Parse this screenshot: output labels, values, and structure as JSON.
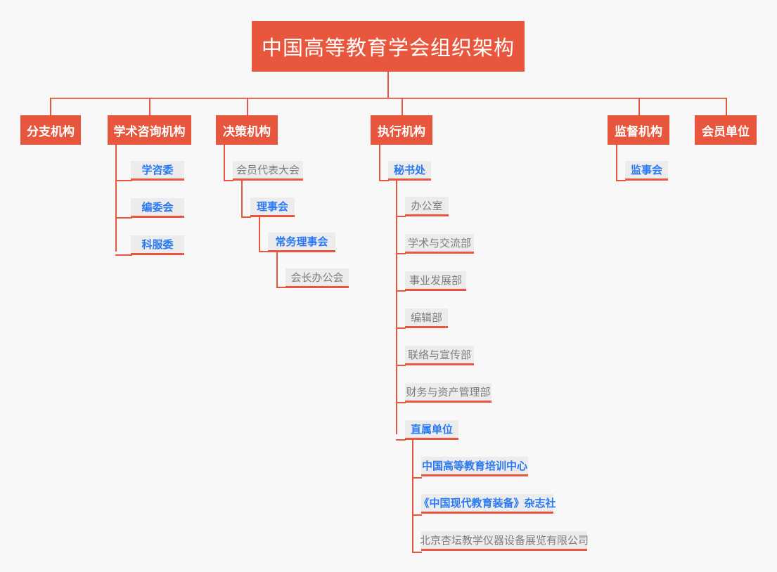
{
  "title": "中国高等教育学会组织架构",
  "colors": {
    "accent": "#e8573d",
    "leaf_bg": "#ececec",
    "leaf_blue_text": "#2979f2",
    "leaf_gray_text": "#7d7d7d",
    "root_text": "#ffffff",
    "page_bg": "#f8f8f8"
  },
  "root": {
    "label": "中国高等教育学会组织架构"
  },
  "branches": [
    {
      "key": "fenzhi",
      "label": "分支机构",
      "children": []
    },
    {
      "key": "xueshu-zixun",
      "label": "学术咨询机构",
      "children": [
        {
          "label": "学咨委",
          "style": "blue"
        },
        {
          "label": "编委会",
          "style": "blue"
        },
        {
          "label": "科服委",
          "style": "blue"
        }
      ]
    },
    {
      "key": "juece",
      "label": "决策机构",
      "children": [
        {
          "label": "会员代表大会",
          "style": "gray"
        },
        {
          "label": "理事会",
          "style": "blue"
        },
        {
          "label": "常务理事会",
          "style": "blue"
        },
        {
          "label": "会长办公会",
          "style": "gray"
        }
      ]
    },
    {
      "key": "zhixing",
      "label": "执行机构",
      "children": [
        {
          "label": "秘书处",
          "style": "blue"
        },
        {
          "label": "办公室",
          "style": "gray"
        },
        {
          "label": "学术与交流部",
          "style": "gray"
        },
        {
          "label": "事业发展部",
          "style": "gray"
        },
        {
          "label": "编辑部",
          "style": "gray"
        },
        {
          "label": "联络与宣传部",
          "style": "gray"
        },
        {
          "label": "财务与资产管理部",
          "style": "gray"
        },
        {
          "label": "直属单位",
          "style": "blue"
        },
        {
          "label": "中国高等教育培训中心",
          "style": "blue"
        },
        {
          "label": "《中国现代教育装备》杂志社",
          "style": "blue"
        },
        {
          "label": "北京杏坛教学仪器设备展览有限公司",
          "style": "gray"
        }
      ]
    },
    {
      "key": "jiandu",
      "label": "监督机构",
      "children": [
        {
          "label": "监事会",
          "style": "blue"
        }
      ]
    },
    {
      "key": "huiyuan",
      "label": "会员单位",
      "children": []
    }
  ],
  "nodes": {
    "root": "中国高等教育学会组织架构",
    "l2_fenzhi": "分支机构",
    "l2_xueshu": "学术咨询机构",
    "l2_juece": "决策机构",
    "l2_zhixing": "执行机构",
    "l2_jiandu": "监督机构",
    "l2_huiyuan": "会员单位",
    "xuezi_wei": "学咨委",
    "bianwei_hui": "编委会",
    "kefu_wei": "科服委",
    "huiyuan_daibiao_dahui": "会员代表大会",
    "lishi_hui": "理事会",
    "changwu_lishi_hui": "常务理事会",
    "huizhang_bangonghui": "会长办公会",
    "mishuchu": "秘书处",
    "bangongshi": "办公室",
    "xueshu_jiaoliu_bu": "学术与交流部",
    "shiye_fazhan_bu": "事业发展部",
    "bianji_bu": "编辑部",
    "lianluo_xuanchuan_bu": "联络与宣传部",
    "caiwu_zichan_bu": "财务与资产管理部",
    "zhishu_danwei": "直属单位",
    "peixun_zhongxin": "中国高等教育培训中心",
    "zazhishe": "《中国现代教育装备》杂志社",
    "xingtan_gongsi": "北京杏坛教学仪器设备展览有限公司",
    "jianshi_hui": "监事会"
  }
}
